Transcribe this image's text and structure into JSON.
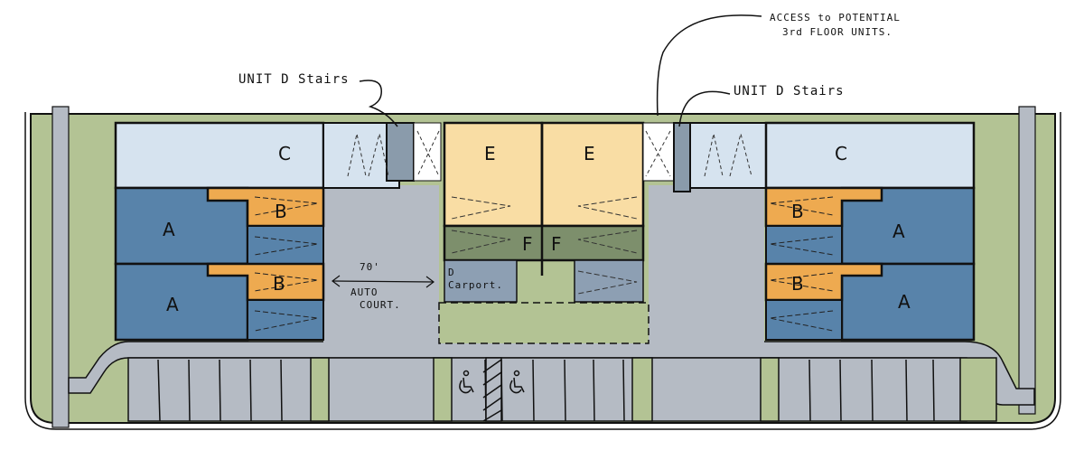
{
  "diagram": {
    "type": "site-plan-sketch",
    "colors": {
      "landscape_green": "#b3c394",
      "pavement_gray": "#b5bbc4",
      "unit_a_blue": "#5883aa",
      "unit_b_orange": "#eeaa50",
      "unit_c_light_blue": "#d6e3ef",
      "unit_e_tan": "#f9dda4",
      "unit_f_green": "#7d8f6c",
      "carport_blue_gray": "#8d9fb3",
      "stair_gray": "#8a9bab",
      "ink": "#111111"
    },
    "annotations": {
      "left_stairs": "UNIT D Stairs",
      "right_stairs": "UNIT D Stairs",
      "third_floor_line1": "ACCESS to POTENTIAL",
      "third_floor_line2": "3rd FLOOR UNITS.",
      "auto_court_dim": "70'",
      "auto_court_line1": "AUTO",
      "auto_court_line2": "COURT.",
      "carport_line1": "D",
      "carport_line2": "Carport."
    },
    "units": {
      "left_c": "C",
      "left_a1": "A",
      "left_a2": "A",
      "left_b1": "B",
      "left_b2": "B",
      "center_e1": "E",
      "center_e2": "E",
      "center_f1": "F",
      "center_f2": "F",
      "right_c": "C",
      "right_a1": "A",
      "right_a2": "A",
      "right_b1": "B",
      "right_b2": "B"
    },
    "symbols": {
      "accessible_parking": "accessible-parking-icon"
    }
  }
}
